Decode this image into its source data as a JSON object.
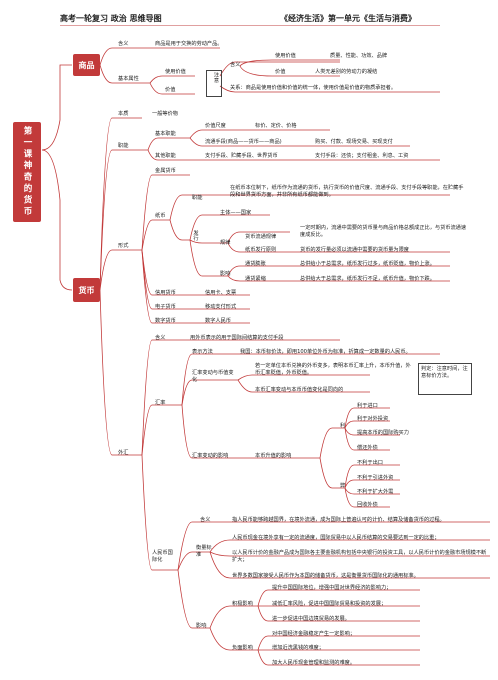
{
  "header": {
    "left": "高考一轮复习  政治  思维导图",
    "right": "《经济生活》第一单元《生活与消费》"
  },
  "root": "第一课神奇的货币",
  "commodity": {
    "label": "商品",
    "meaning_key": "含义",
    "meaning": "商品是用于交换的劳动产品。",
    "attr_key": "基本属性",
    "use_value": "使用价值",
    "value": "价值",
    "note_box": "注意",
    "meaning2": "含义",
    "uv_line": "质量、性能、功效、品牌",
    "v_line": "人类无差别的劳动力的凝结",
    "relation": "关系：商品是使用价值和价值的统一体，使用价值是价值的物质承担者。"
  },
  "money": {
    "label": "货币",
    "essence_key": "本质",
    "essence": "一般等价物",
    "functions_key": "职能",
    "basic_key": "基本职能",
    "measure": "价值尺度",
    "measure_sub": "标价、定价、价格",
    "circulation": "流通手段(商品——货币——商品)",
    "circulation_sub": "购买、付款、现场交易、买现支付",
    "other_key": "其他职能",
    "other": "支付手段、贮藏手段、世界货币",
    "pay_means": "支付手段：还债；支付租金、利息、工资",
    "forms_key": "形式",
    "metal": "金属货币",
    "paper": "纸币",
    "pm_functions": "职能",
    "pm_func_text": "在纸币本位制下，纸币作为流通的货币，执行货币的价值尺度、流通手段、支付手段等职能，在贮藏手段和世界货币方面，并非所有纸币都能做到。",
    "issue": "发行",
    "subject": "主体——国家",
    "law": "规律",
    "law_text1": "一定时期内，流通中需要的货币量与商品价格总额成正比，与货币流通速度成反比。",
    "law_sub1": "货币流通规律",
    "law_sub2": "纸币发行原则",
    "law_text2": "货币的发行量必须以流通中需要的货币量为限度",
    "impact": "影响",
    "inflation": "通货膨胀",
    "inflation_text": "总供给小于总需求，纸币发行过多，纸币贬值，物价上涨。",
    "deflation": "通货紧缩",
    "deflation_text": "总供给大于总需求，纸币发行不足，纸币升值，物价下跌。",
    "credit": "信用货币",
    "credit_text": "信用卡、支票",
    "e_money": "电子货币",
    "e_money_text": "移动支付形式",
    "digital": "数字货币",
    "digital_text": "数字人民币"
  },
  "forex": {
    "label": "外汇",
    "meaning_key": "含义",
    "meaning": "用外币表示的用于国际间结算的支付手段",
    "rate_key": "汇率",
    "expression_key": "表示方法",
    "expression": "我国：本币标价法，即用100单位外币为标准，折算成一定数量的人民币。",
    "change_key": "汇率变动与币值变化",
    "change1": "若一定单位本币兑换的外币变多，表明本币汇率上升，本币升值，外币汇率贬值，外币贬值。",
    "change2": "本币汇率变动与本币币值变化是同向的",
    "judge_box": "判定：注意时间，注意标价方法。",
    "impact_key": "汇率变动的影响",
    "impact_sub": "本币升值的影响",
    "benefit": "利",
    "b1": "利于进口",
    "b2": "利于对外投资",
    "b3": "提高本币的国际购买力",
    "b4": "偿还外债",
    "harm": "弊",
    "h1": "不利于出口",
    "h2": "不利于引进外资",
    "h3": "不利于扩大外需",
    "h4": "回收外债",
    "rmb_key": "人民币国际化",
    "rmb_meaning_key": "含义",
    "rmb_meaning": "指人民币能够跨越国界，在境外流通，成为国际上普遍认可的计价、结算及储备货币的过程。",
    "measure_key": "衡量标准",
    "m1": "人民币现金在境外享有一定的流通度，国际贸易中以人民币结算的交易要达到一定的比重；",
    "m2": "以人民币计价的金融产品成为国际各主要金融机构包括中央银行的投资工具，以人民币计价的金融市场规模不断扩大；",
    "m3": "世界多数国家接受人民币作为本国的储备货币，这是衡量货币国际化的通用标准。",
    "effect_key": "影响",
    "positive_key": "积极影响",
    "p1": "提升中国国际地位，增强中国对世界经济的影响力；",
    "p2": "减低汇率风险，促进中国国际贸易和投资的发展；",
    "p3": "进一步促进中国边境贸易的发展。",
    "negative_key": "负面影响",
    "n1": "对中国经济金融稳定产生一定影响；",
    "n2": "增加近洗黑钱的难度；",
    "n3": "加大人民币现金管理和监测的难度。"
  },
  "colors": {
    "accent": "#c23a3a",
    "line": "#c23a3a"
  }
}
